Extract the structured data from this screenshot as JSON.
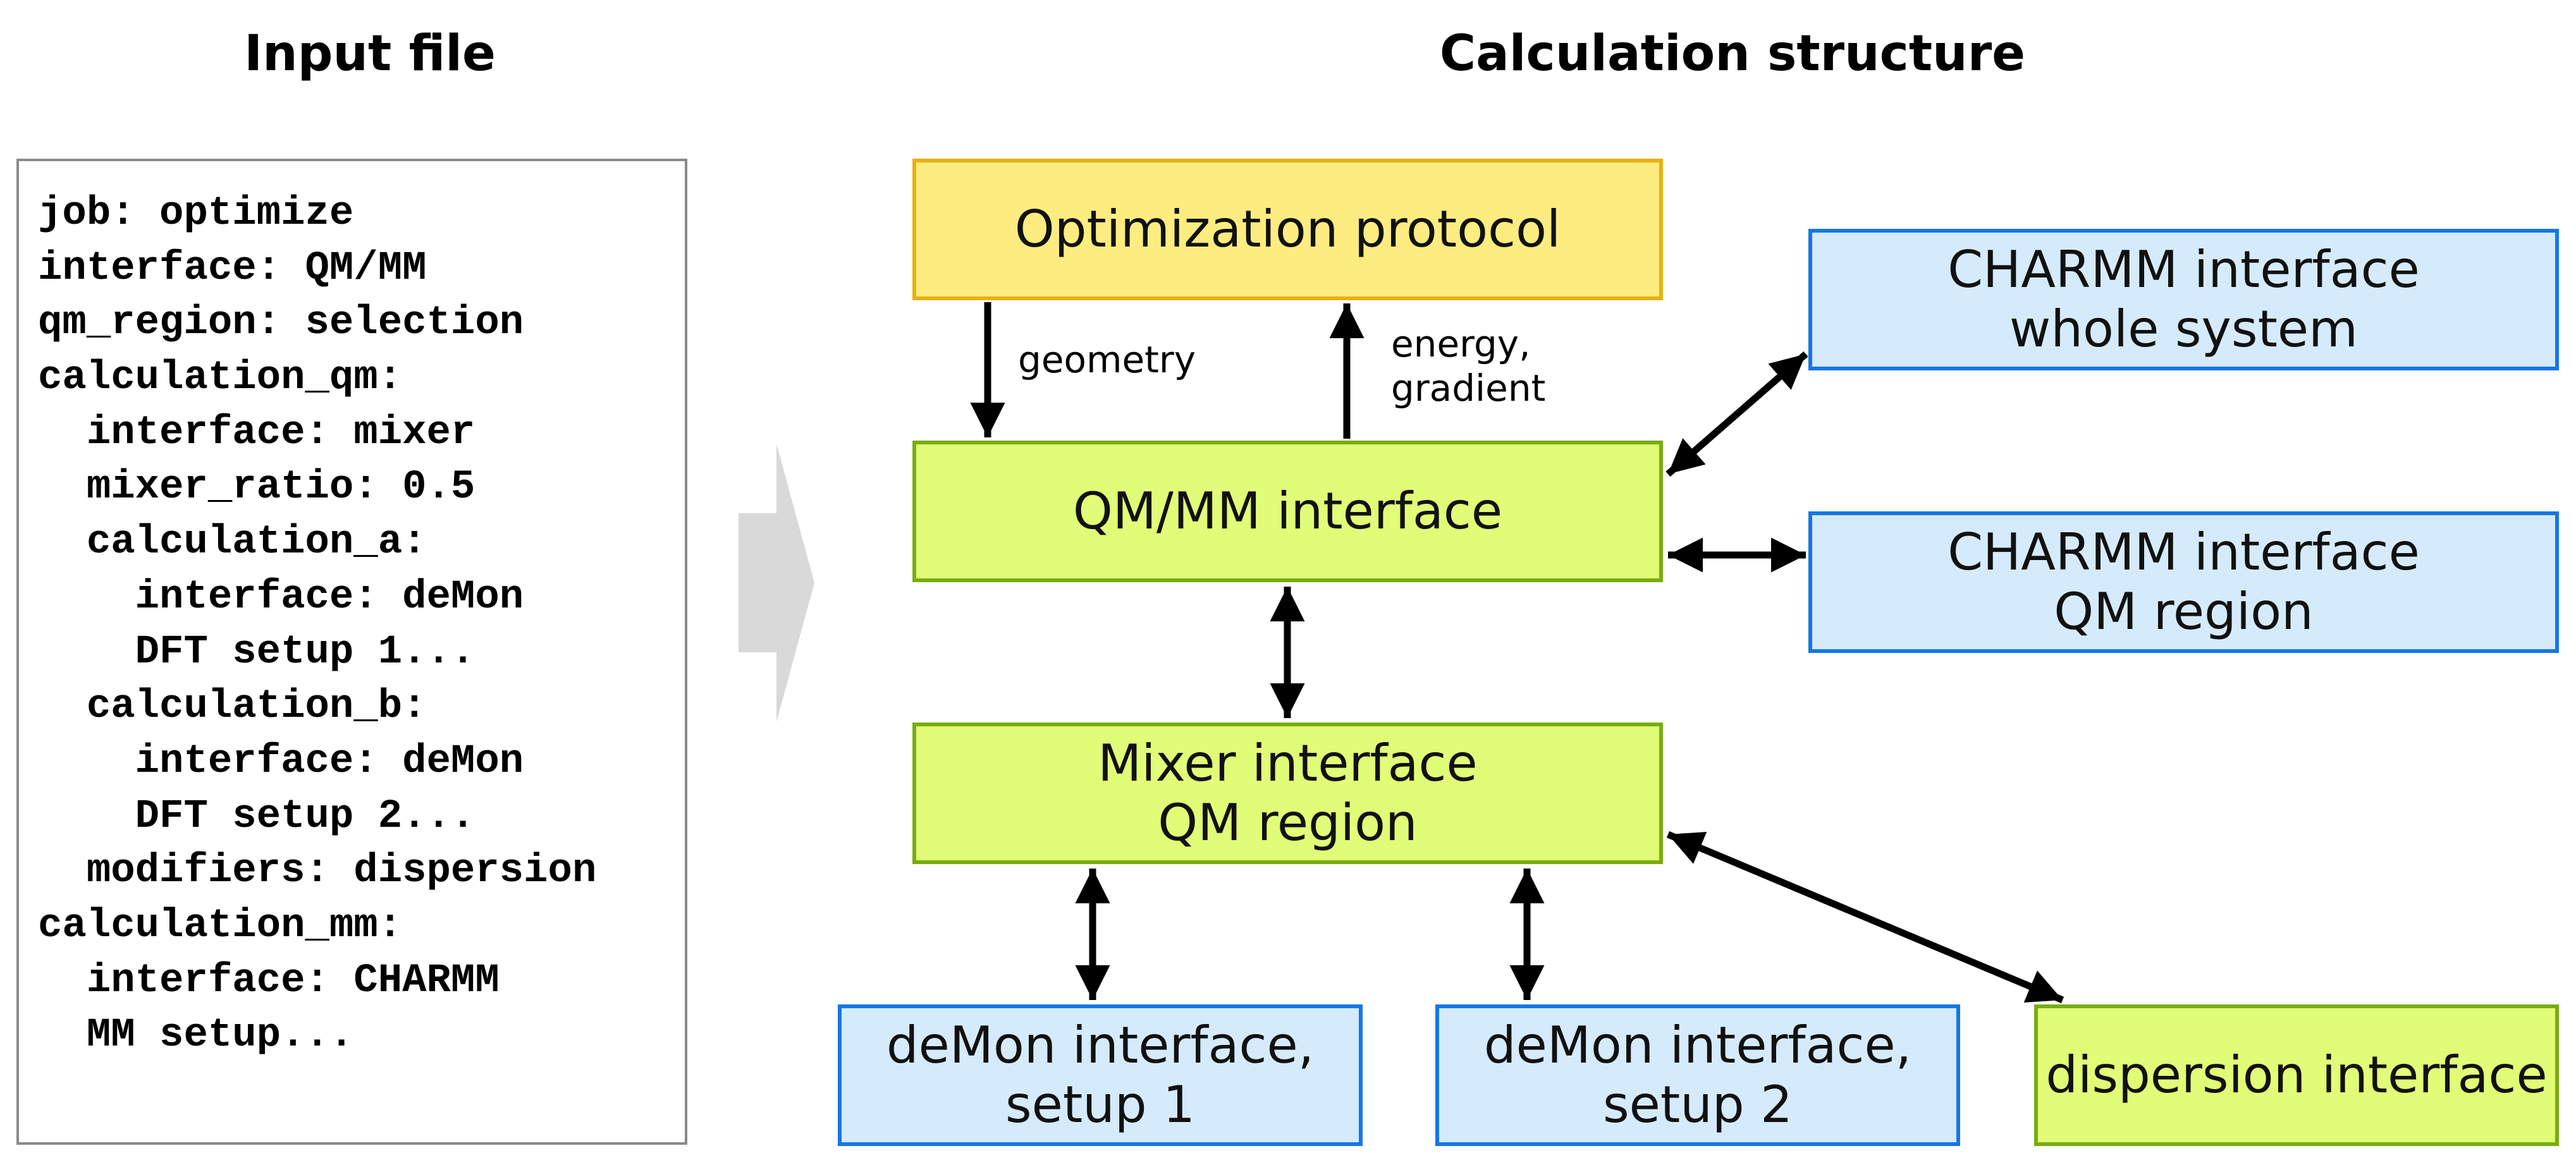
{
  "headings": {
    "input_file": "Input file",
    "calculation_structure": "Calculation structure"
  },
  "input_file_lines": [
    "job: optimize",
    "interface: QM/MM",
    "qm_region: selection",
    "calculation_qm:",
    "  interface: mixer",
    "  mixer_ratio: 0.5",
    "  calculation_a:",
    "    interface: deMon",
    "    DFT setup 1...",
    "  calculation_b:",
    "    interface: deMon",
    "    DFT setup 2...",
    "  modifiers: dispersion",
    "calculation_mm:",
    "  interface: CHARMM",
    "  MM setup..."
  ],
  "boxes": {
    "optimization_protocol": {
      "line1": "Optimization protocol"
    },
    "qmmm_interface": {
      "line1": "QM/MM interface"
    },
    "charmm_whole": {
      "line1": "CHARMM interface",
      "line2": "whole system"
    },
    "charmm_qm": {
      "line1": "CHARMM interface",
      "line2": "QM region"
    },
    "mixer": {
      "line1": "Mixer interface",
      "line2": "QM region"
    },
    "demon1": {
      "line1": "deMon interface,",
      "line2": "setup 1"
    },
    "demon2": {
      "line1": "deMon interface,",
      "line2": "setup 2"
    },
    "dispersion": {
      "line1": "dispersion interface"
    }
  },
  "edge_labels": {
    "geometry": "geometry",
    "energy_line1": "energy,",
    "energy_line2": "gradient"
  },
  "colors": {
    "protocol_fill": "#fdec80",
    "protocol_border": "#e8b10e",
    "interface_fill_green": "#e1fc77",
    "interface_border_green": "#78ad10",
    "interface_fill_blue": "#d5ebfc",
    "interface_border_blue": "#1577e6",
    "flow_arrow": "#d9d9d9"
  }
}
